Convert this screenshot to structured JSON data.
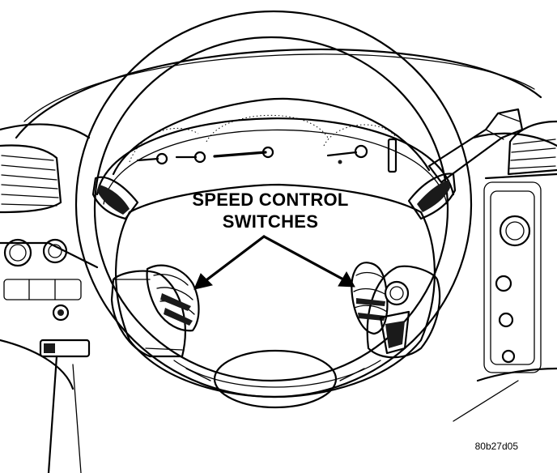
{
  "callout": {
    "line1": "SPEED CONTROL",
    "line2": "SWITCHES"
  },
  "figure_id": "80b27d05",
  "colors": {
    "ink": "#000000",
    "paper": "#ffffff"
  }
}
